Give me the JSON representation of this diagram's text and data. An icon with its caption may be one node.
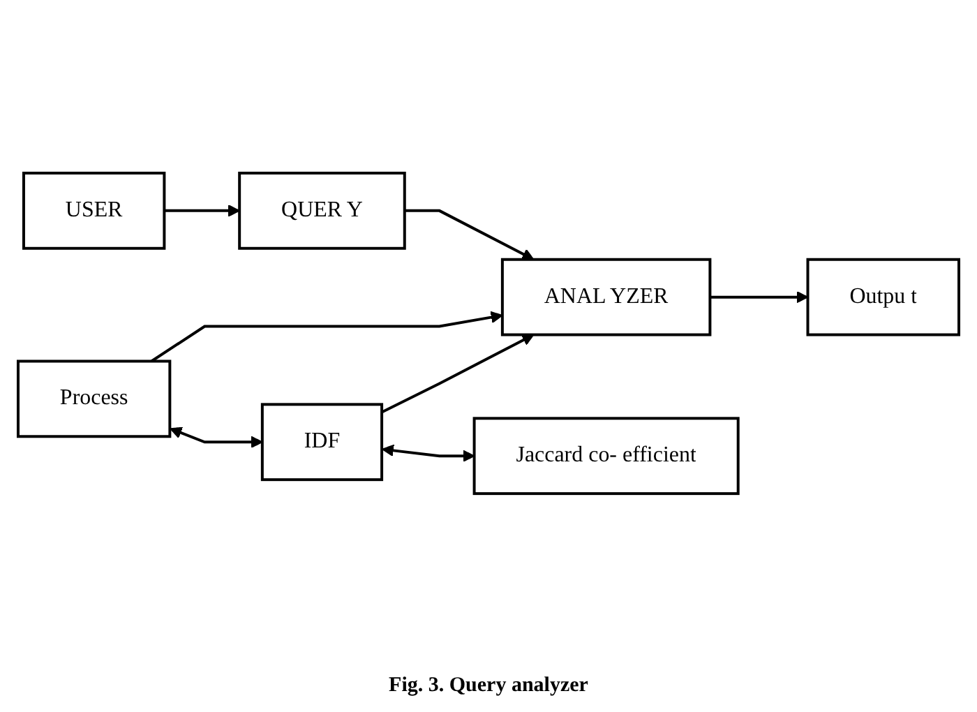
{
  "diagram": {
    "caption": "Fig. 3. Query analyzer",
    "nodes": [
      {
        "text": [
          "USER"
        ]
      },
      {
        "text": [
          "QUER Y"
        ]
      },
      {
        "text": [
          "ANAL YZER"
        ]
      },
      {
        "text": [
          "Process"
        ]
      },
      {
        "text": [
          "IDF"
        ]
      },
      {
        "text": [
          "Outpu t"
        ]
      },
      {
        "text": [
          "Jaccard co- efficient"
        ]
      }
    ],
    "edges": [
      {
        "from": 0,
        "to": 1,
        "arrow": "to"
      },
      {
        "from": 1,
        "to": 2,
        "arrow": "to"
      },
      {
        "from": 3,
        "to": 2,
        "arrow": "to"
      },
      {
        "from": 4,
        "to": 2,
        "arrow": "to"
      },
      {
        "from": 3,
        "to": 4,
        "arrow": "both"
      },
      {
        "from": 2,
        "to": 5,
        "arrow": "to"
      },
      {
        "from": 4,
        "to": 6,
        "arrow": "both"
      }
    ]
  }
}
